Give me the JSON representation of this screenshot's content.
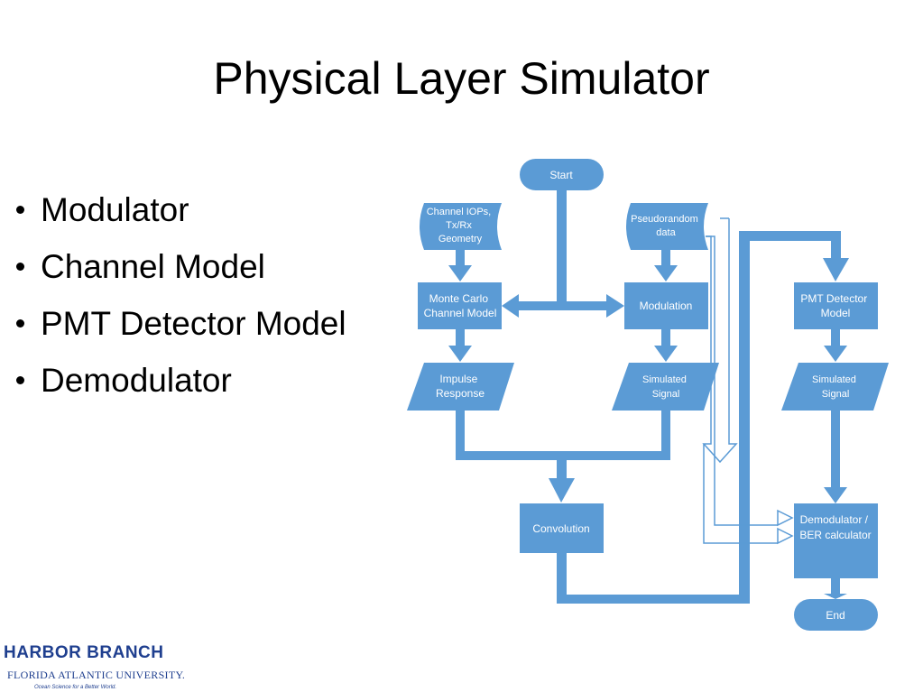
{
  "slide": {
    "title": "Physical Layer Simulator",
    "bullets": [
      "Modulator",
      "Channel Model",
      "PMT Detector Model",
      "Demodulator"
    ]
  },
  "flowchart": {
    "nodes": {
      "start": "Start",
      "channel_iops": [
        "Channel IOPs,",
        "Tx/Rx",
        "Geometry"
      ],
      "pseudorandom": [
        "Pseudorandom",
        "data"
      ],
      "monte_carlo": [
        "Monte Carlo",
        "Channel Model"
      ],
      "modulation": [
        "Modulation"
      ],
      "pmt_detector": [
        "PMT Detector",
        "Model"
      ],
      "impulse_response": [
        "Impulse",
        "Response"
      ],
      "simulated_signal_1": [
        "Simulated",
        "Signal"
      ],
      "simulated_signal_2": [
        "Simulated",
        "Signal"
      ],
      "convolution": [
        "Convolution"
      ],
      "demodulator": [
        "Demodulator /",
        "BER calculator"
      ],
      "end": "End"
    },
    "colors": {
      "fill": "#5b9bd5",
      "text": "#ffffff",
      "outline": "#5b9bd5"
    }
  },
  "logo": {
    "line1": "HARBOR BRANCH",
    "line2": "FLORIDA ATLANTIC UNIVERSITY.",
    "line3": "Ocean Science for a Better World."
  }
}
